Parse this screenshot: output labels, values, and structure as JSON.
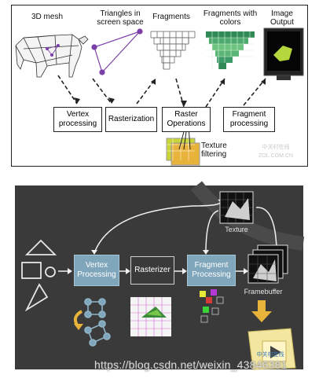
{
  "top": {
    "labels": {
      "mesh": "3D mesh",
      "triangles": "Triangles in screen space",
      "fragments": "Fragments",
      "fragments_colors": "Fragments with colors",
      "image_output": "Image Output",
      "texture_filtering": "Texture filtering"
    },
    "boxes": {
      "vertex": "Vertex processing",
      "raster": "Rasterization",
      "raster_ops": "Raster Operations",
      "fragment": "Fragment processing"
    },
    "watermark_logo": "中关村在线 ZOL.COM.CN"
  },
  "bottom": {
    "boxes": {
      "vertex": "Vertex Processing",
      "rasterizer": "Rasterizer",
      "fragment": "Fragment Processing"
    },
    "labels": {
      "texture": "Texture",
      "framebuffer": "Framebuffer"
    },
    "logo": "中关村在线"
  },
  "watermark": "https://blog.csdn.net/weixin_43846381",
  "colors": {
    "dark_panel": "#3a3a3a",
    "blue_box": "#7fa6bb",
    "green_fragment": "#3d9b6a",
    "arrow_yellow": "#e8b33a"
  }
}
